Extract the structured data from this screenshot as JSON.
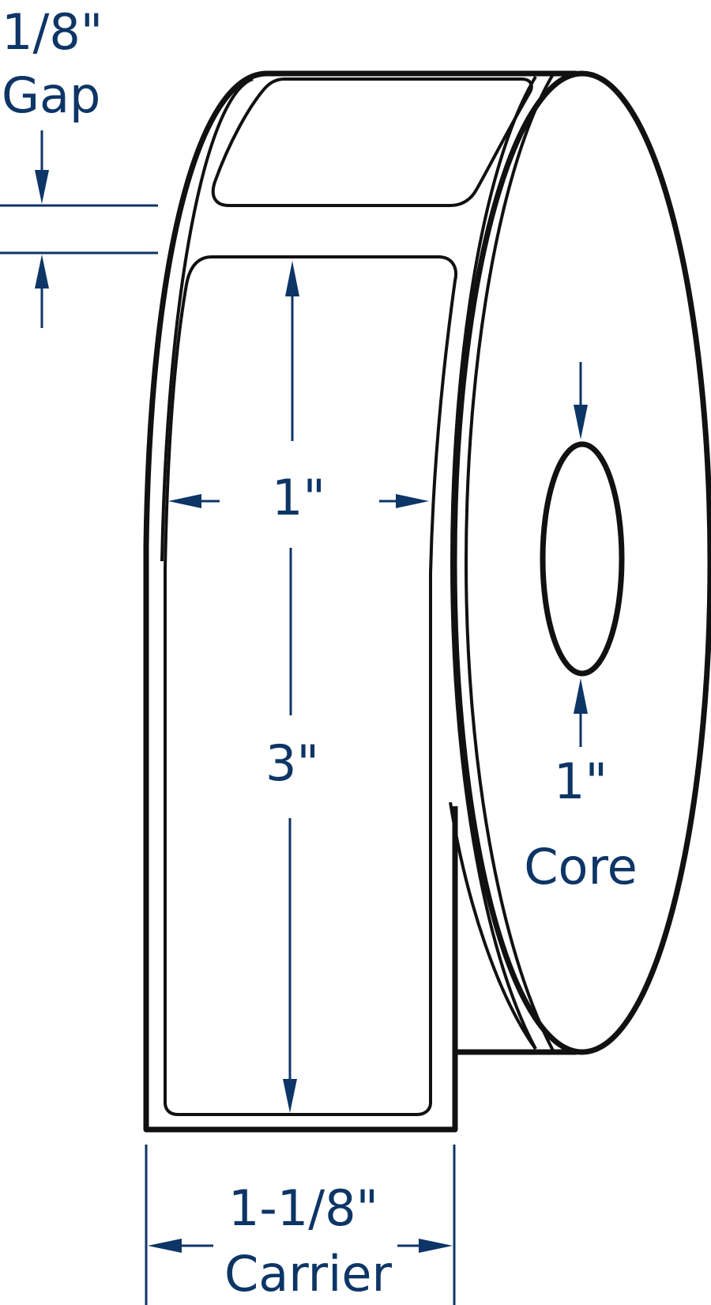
{
  "labels": {
    "gap_value": "1/8\"",
    "gap_caption": "Gap",
    "label_width": "1\"",
    "label_height": "3\"",
    "core_value": "1\"",
    "core_caption": "Core",
    "carrier_value": "1-1/8\"",
    "carrier_caption": "Carrier"
  },
  "colors": {
    "dimension": "#0d3566",
    "outline": "#111111",
    "background": "#ffffff"
  }
}
